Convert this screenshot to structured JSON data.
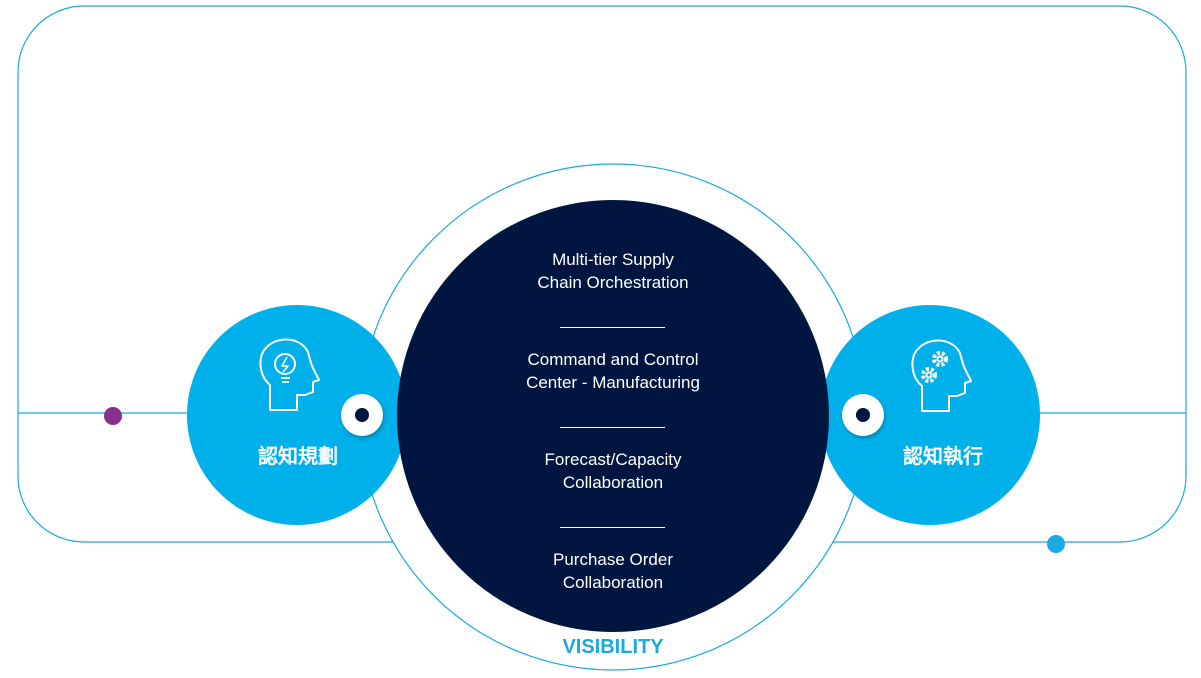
{
  "center": {
    "items": [
      {
        "line1": "Multi-tier Supply",
        "line2": "Chain Orchestration"
      },
      {
        "line1": "Command and Control",
        "line2": "Center - Manufacturing"
      },
      {
        "line1": "Forecast/Capacity",
        "line2": "Collaboration"
      },
      {
        "line1": "Purchase Order",
        "line2": "Collaboration"
      }
    ],
    "footer": "VISIBILITY"
  },
  "left": {
    "label": "認知規劃",
    "icon": "head-lightbulb-icon"
  },
  "right": {
    "label": "認知執行",
    "icon": "head-gears-icon"
  },
  "colors": {
    "navy": "#001641",
    "blue": "#00b0eb",
    "line": "#1aa9e0",
    "purple": "#8b2f8c"
  }
}
